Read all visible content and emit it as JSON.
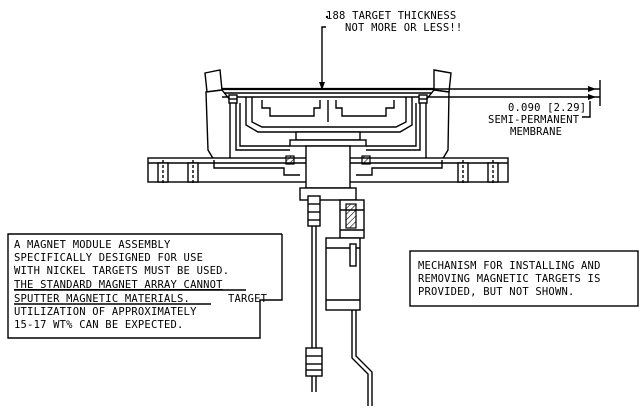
{
  "annotations": {
    "target_thickness": [
      "188 TARGET THICKNESS",
      "NOT MORE OR LESS!!"
    ],
    "membrane": [
      "0.090 [2.29]",
      "SEMI-PERMANENT",
      "MEMBRANE"
    ],
    "magnet_note": [
      "A MAGNET MODULE ASSEMBLY",
      "SPECIFICALLY DESIGNED FOR USE",
      "WITH NICKEL TARGETS MUST BE USED.",
      "THE STANDARD MAGNET ARRAY CANNOT",
      "SPUTTER MAGNETIC MATERIALS.",
      "TARGET",
      "UTILIZATION OF APPROXIMATELY",
      "15-17 WT% CAN BE EXPECTED."
    ],
    "mechanism_note": [
      "MECHANISM FOR INSTALLING AND",
      "REMOVING MAGNETIC TARGETS IS",
      "PROVIDED, BUT NOT SHOWN."
    ]
  }
}
